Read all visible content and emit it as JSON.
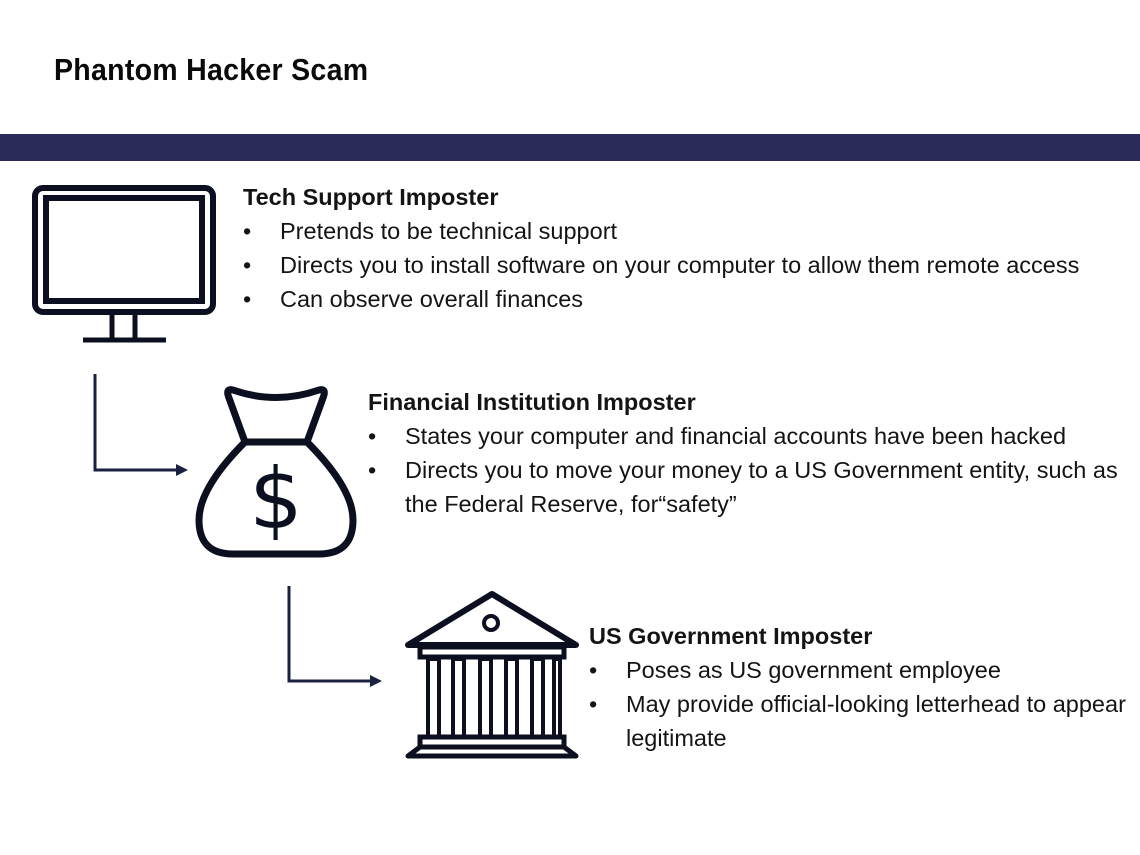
{
  "page": {
    "title": "Phantom Hacker Scam",
    "band_color": "#2b2b5b",
    "connector_color": "#1b2240"
  },
  "stages": [
    {
      "icon": "computer-monitor-icon",
      "heading": "Tech Support Imposter",
      "bullets": [
        "Pretends to be technical support",
        "Directs you to install software on your computer to allow them remote access",
        "Can observe overall finances"
      ]
    },
    {
      "icon": "money-bag-icon",
      "heading": "Financial Institution Imposter",
      "bullets": [
        "States your computer and financial accounts have been hacked",
        "Directs you to move your money to a US Government entity, such as the Federal Reserve, for“safety”"
      ]
    },
    {
      "icon": "government-building-icon",
      "heading": "US Government Imposter",
      "bullets": [
        "Poses as US government employee",
        "May provide official-looking letterhead to appear legitimate"
      ]
    }
  ],
  "bullet_glyph": "•"
}
